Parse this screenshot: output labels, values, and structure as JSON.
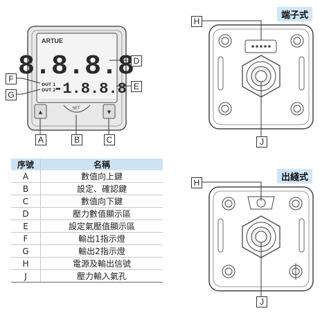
{
  "front": {
    "brand": "ARTUE",
    "top_display": "8.8.8.8",
    "bottom_display": "-1.8.8.8",
    "out1_label": "OUT 1",
    "out2_label": "OUT 2",
    "set_label": "SET"
  },
  "callouts": {
    "A": "A",
    "B": "B",
    "C": "C",
    "D": "D",
    "E": "E",
    "F": "F",
    "G": "G",
    "H1": "H",
    "J1": "J",
    "H2": "H",
    "J2": "J"
  },
  "terminal_title": "端子式",
  "cable_title": "出綫式",
  "table": {
    "headers": [
      "序號",
      "名稱"
    ],
    "rows": [
      {
        "id": "A",
        "name": "數值向上鍵"
      },
      {
        "id": "B",
        "name": "設定、確認鍵"
      },
      {
        "id": "C",
        "name": "數值向下鍵"
      },
      {
        "id": "D",
        "name": "壓力數值顯示區"
      },
      {
        "id": "E",
        "name": "設定氣壓值顯示區"
      },
      {
        "id": "F",
        "name": "輸出1指示燈"
      },
      {
        "id": "G",
        "name": "輸出2指示燈"
      },
      {
        "id": "H",
        "name": "電源及輸出信號"
      },
      {
        "id": "J",
        "name": "壓力輸入氣孔"
      }
    ]
  }
}
